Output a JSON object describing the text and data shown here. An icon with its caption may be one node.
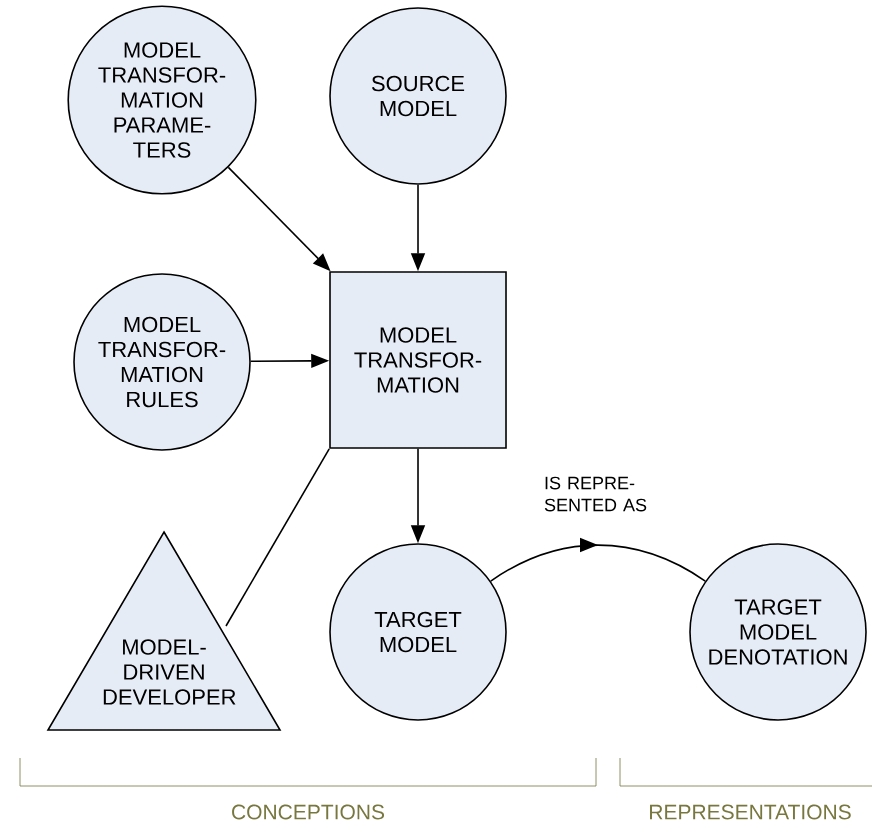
{
  "diagram": {
    "nodes": [
      {
        "text": [
          "MODEL TRANSFOR- MATION PARAME- TERS"
        ]
      },
      {
        "text": [
          "SOURCE MODEL"
        ]
      },
      {
        "text": [
          "MODEL TRANSFOR- MATION RULES"
        ]
      },
      {
        "text": [
          "MODEL TRANSFOR- MATION"
        ]
      },
      {
        "text": [
          "MODEL-DRIVEN DEVELOPER"
        ]
      },
      {
        "text": [
          "TARGET MODEL"
        ]
      },
      {
        "text": [
          "TARGET MODEL DENOTATION"
        ]
      }
    ],
    "edges": [
      {
        "from": 0,
        "to": 3,
        "arrow": "to"
      },
      {
        "from": 1,
        "to": 3,
        "arrow": "to"
      },
      {
        "from": 2,
        "to": 3,
        "arrow": "to"
      },
      {
        "from": 4,
        "to": 3,
        "arrow": "none"
      },
      {
        "from": 3,
        "to": 5,
        "arrow": "to"
      },
      {
        "from": 5,
        "to": 6,
        "arrow": "to",
        "label": "IS REPRE- SENTED AS"
      }
    ],
    "labels": [
      "CONCEPTIONS",
      "REPRESENTATIONS"
    ]
  }
}
